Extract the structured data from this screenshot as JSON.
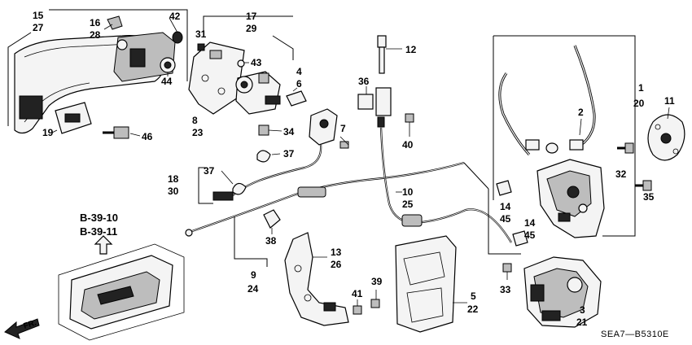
{
  "diagram": {
    "code": "SEA7—B5310E",
    "direction_label": "FR.",
    "references": [
      "B-39-10",
      "B-39-11"
    ],
    "callouts": {
      "c15": "15",
      "c27": "27",
      "c16": "16",
      "c28": "28",
      "c42": "42",
      "c44": "44",
      "c19": "19",
      "c46": "46",
      "c31": "31",
      "c17": "17",
      "c29": "29",
      "c43": "43",
      "c4": "4",
      "c6": "6",
      "c8": "8",
      "c23": "23",
      "c34": "34",
      "c7": "7",
      "c37a": "37",
      "c37b": "37",
      "c18": "18",
      "c30": "30",
      "c12": "12",
      "c36": "36",
      "c40": "40",
      "c10": "10",
      "c25": "25",
      "c14a": "14",
      "c45a": "45",
      "c14b": "14",
      "c45b": "45",
      "c38": "38",
      "c9": "9",
      "c24": "24",
      "c13": "13",
      "c26": "26",
      "c39": "39",
      "c41": "41",
      "c5": "5",
      "c22": "22",
      "c1": "1",
      "c20": "20",
      "c2": "2",
      "c11": "11",
      "c32": "32",
      "c35": "35",
      "c33": "33",
      "c3": "3",
      "c21": "21"
    }
  }
}
